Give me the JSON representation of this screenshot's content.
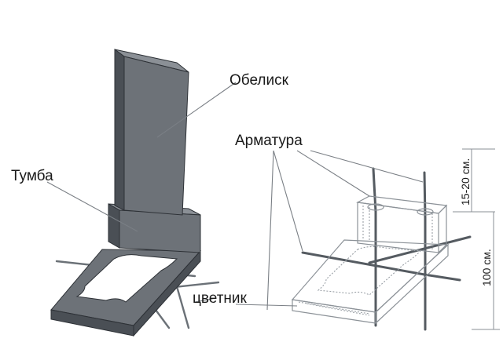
{
  "labels": {
    "obelisk": "Обелиск",
    "pedestal": "Тумба",
    "rebar": "Арматура",
    "flowerbed": "цветник",
    "dim_rebar_protrusion": "15-20 см.",
    "dim_depth": "100 см."
  },
  "colors": {
    "solid_dark": "#4a4f55",
    "solid_mid": "#6d7278",
    "ghost_line": "#9aa0a6",
    "leader_line": "#7a7f85"
  }
}
